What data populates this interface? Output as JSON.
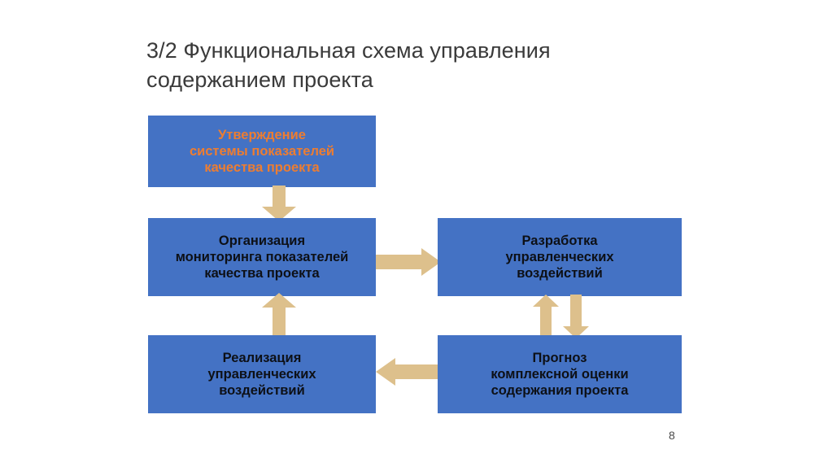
{
  "slide": {
    "title": "3/2 Функциональная схема управления\nсодержанием проекта",
    "page_number": "8",
    "colors": {
      "node_fill": "#4472C4",
      "arrow_fill": "#DDC08C",
      "accent_text": "#ED7D31",
      "default_text": "#0d1016",
      "title_text": "#3a3a3a",
      "background": "#ffffff"
    }
  },
  "diagram": {
    "type": "flowchart",
    "nodes": [
      {
        "id": "approval",
        "label": "Утверждение\nсистемы показателей\nкачества проекта",
        "text_color": "#ED7D31"
      },
      {
        "id": "monitoring",
        "label": "Организация\nмониторинга показателей\nкачества проекта",
        "text_color": "#0d1016"
      },
      {
        "id": "development",
        "label": "Разработка\nуправленческих\nвоздействий",
        "text_color": "#0d1016"
      },
      {
        "id": "realization",
        "label": "Реализация\nуправленческих\nвоздействий",
        "text_color": "#0d1016"
      },
      {
        "id": "forecast",
        "label": "Прогноз\nкомплексной оценки\nсодержания проекта",
        "text_color": "#0d1016"
      }
    ],
    "arrows": [
      {
        "id": "approval-to-monitoring",
        "from": "approval",
        "to": "monitoring",
        "direction": "down"
      },
      {
        "id": "monitoring-to-development",
        "from": "monitoring",
        "to": "development",
        "direction": "right"
      },
      {
        "id": "development-to-forecast",
        "from": "development",
        "to": "forecast",
        "direction": "down"
      },
      {
        "id": "forecast-to-development",
        "from": "forecast",
        "to": "development",
        "direction": "up"
      },
      {
        "id": "forecast-to-realization",
        "from": "forecast",
        "to": "realization",
        "direction": "left"
      },
      {
        "id": "realization-to-monitoring",
        "from": "realization",
        "to": "monitoring",
        "direction": "up"
      }
    ]
  }
}
